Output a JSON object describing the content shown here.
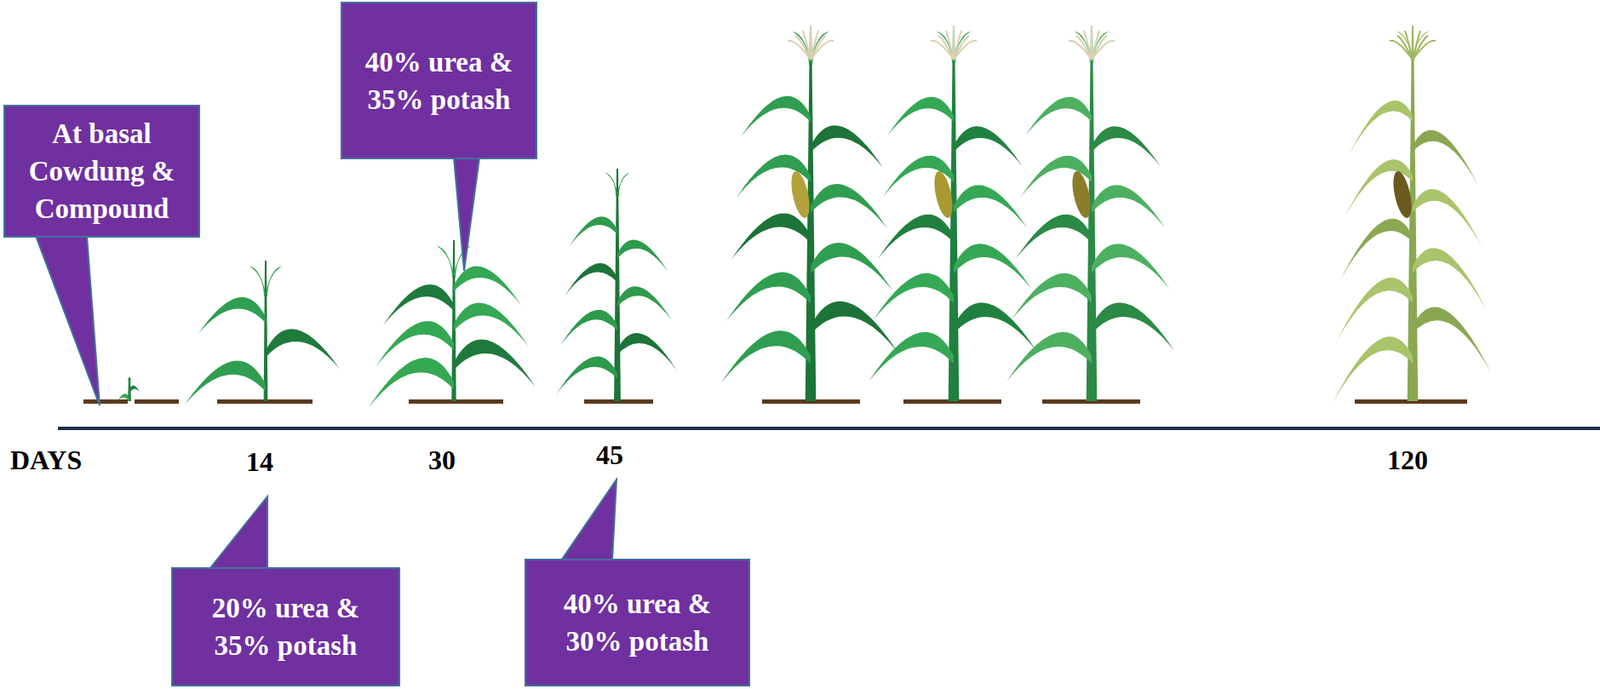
{
  "diagram": {
    "nodes": [
      {
        "text": [
          "At basal Cowdung & Compound"
        ]
      },
      {
        "text": [
          "40% urea & 35% potash"
        ]
      },
      {
        "text": [
          "20% urea & 35% potash"
        ]
      },
      {
        "text": [
          "40% urea & 30% potash"
        ]
      }
    ],
    "labels": [
      "DAYS",
      "14",
      "30",
      "45",
      "120"
    ]
  }
}
